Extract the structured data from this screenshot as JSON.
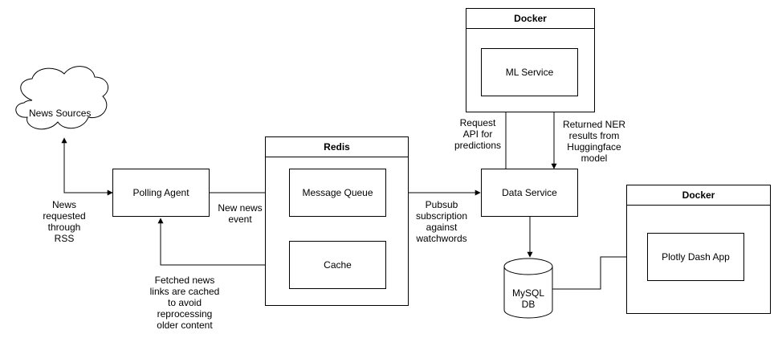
{
  "nodes": {
    "news_sources": "News Sources",
    "polling_agent": "Polling Agent",
    "redis_title": "Redis",
    "message_queue": "Message Queue",
    "cache": "Cache",
    "docker_ml_title": "Docker",
    "ml_service": "ML Service",
    "data_service": "Data Service",
    "mysql_line1": "MySQL",
    "mysql_line2": "DB",
    "docker_dash_title": "Docker",
    "plotly_app": "Plotly Dash App"
  },
  "edge_labels": {
    "rss": [
      "News",
      "requested",
      "through",
      "RSS"
    ],
    "new_event": [
      "New news",
      "event"
    ],
    "cached": [
      "Fetched news",
      "links are cached",
      "to avoid",
      "reprocessing",
      "older content"
    ],
    "pubsub": [
      "Pubsub",
      "subscription",
      "against",
      "watchwords"
    ],
    "request_api": [
      "Request",
      "API for",
      "predictions"
    ],
    "ner_results": [
      "Returned NER",
      "results from",
      "Huggingface",
      "model"
    ]
  }
}
